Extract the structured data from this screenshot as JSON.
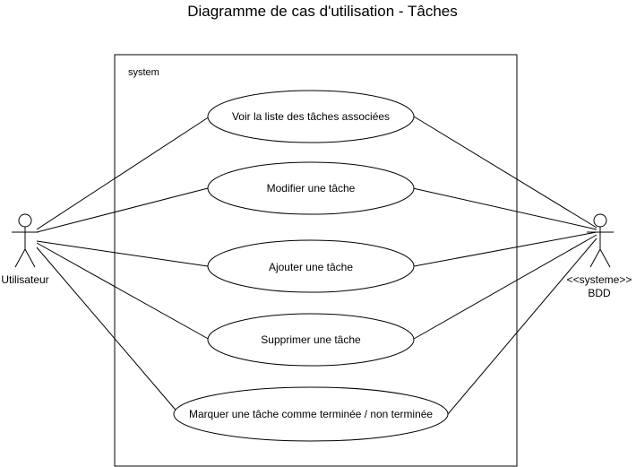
{
  "title": "Diagramme de cas d'utilisation - Tâches",
  "system_label": "system",
  "actors": {
    "user": {
      "name": "Utilisateur"
    },
    "database": {
      "stereotype": "<<systeme>>",
      "name": "BDD"
    }
  },
  "use_cases": [
    {
      "label": "Voir la liste des tâches associées"
    },
    {
      "label": "Modifier une tâche"
    },
    {
      "label": "Ajouter une tâche"
    },
    {
      "label": "Supprimer une tâche"
    },
    {
      "label": "Marquer une tâche comme terminée / non terminée"
    }
  ],
  "colors": {
    "stroke": "#000000",
    "fill": "#ffffff",
    "text": "#000000"
  }
}
